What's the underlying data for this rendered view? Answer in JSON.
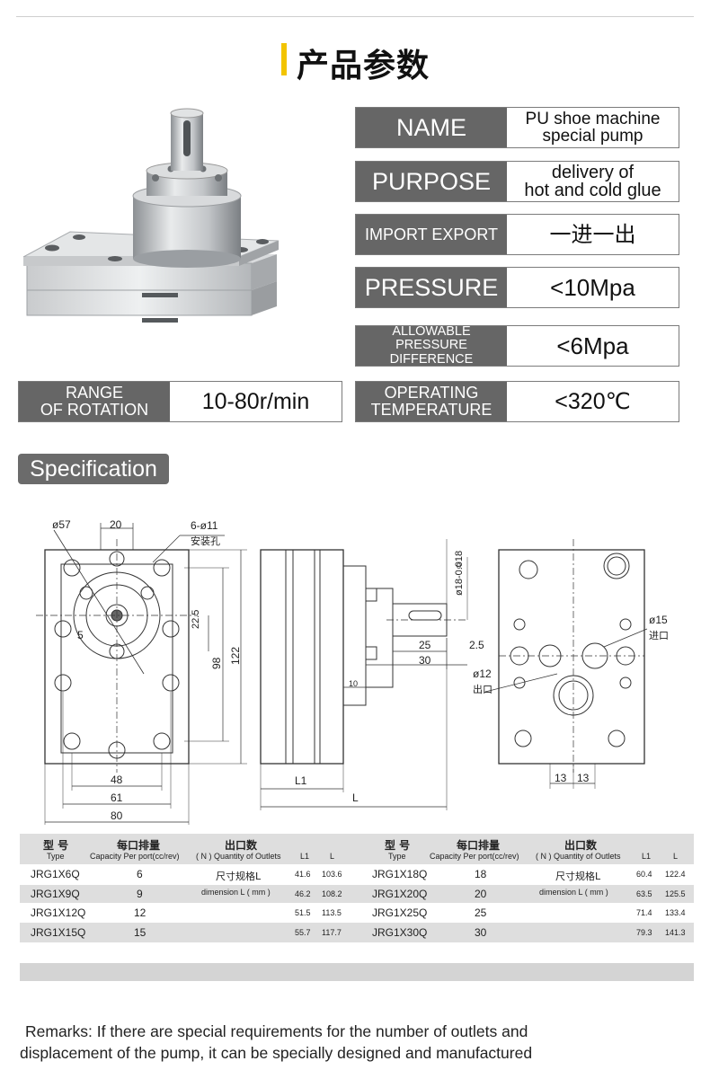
{
  "title": "产品参数",
  "params": {
    "name": {
      "label": "NAME",
      "value_line1": "PU shoe machine",
      "value_line2": "special pump"
    },
    "purpose": {
      "label": "PURPOSE",
      "value_line1": "delivery of",
      "value_line2": "hot and cold glue"
    },
    "import_export": {
      "label": "IMPORT EXPORT",
      "value": "一进一出"
    },
    "pressure": {
      "label": "PRESSURE",
      "value": "<10Mpa"
    },
    "allowable": {
      "label_line1": "ALLOWABLE PRESSURE",
      "label_line2": "DIFFERENCE",
      "value": "<6Mpa"
    },
    "rotation": {
      "label_line1": "RANGE",
      "label_line2": "OF ROTATION",
      "value": "10-80r/min"
    },
    "temperature": {
      "label_line1": "OPERATING",
      "label_line2": "TEMPERATURE",
      "value": "<320℃"
    }
  },
  "specification_label": "Specification",
  "drawing": {
    "d57": "ø57",
    "w20": "20",
    "holes": "6-ø11",
    "holes_cn": "安装孔",
    "d22_5": "22.5",
    "h98": "98",
    "h122": "122",
    "w48": "48",
    "w61": "61",
    "w80": "80",
    "shaft": "ø18-0.018",
    "shaft_top": "0",
    "l25": "25",
    "l2_5": "2.5",
    "l30": "30",
    "l10": "10",
    "d12": "ø12",
    "outlet_cn": "出口",
    "d15": "ø15",
    "inlet_cn": "进口",
    "s13a": "13",
    "s13b": "13",
    "L1": "L1",
    "L": "L",
    "five": "5"
  },
  "table": {
    "header": {
      "type_cn": "型 号",
      "type_en": "Type",
      "cap_cn": "每口排量",
      "cap_en": "Capacity Per port(cc/rev)",
      "out_cn": "出口数",
      "out_en": "( N ) Quantity of Outlets",
      "l1": "L1",
      "l": "L"
    },
    "left_rows": [
      {
        "type": "JRG1X6Q",
        "cap": "6",
        "note": "尺寸规格L",
        "l1": "41.6",
        "l": "103.6"
      },
      {
        "type": "JRG1X9Q",
        "cap": "9",
        "note": "dimension L ( mm )",
        "l1": "46.2",
        "l": "108.2"
      },
      {
        "type": "JRG1X12Q",
        "cap": "12",
        "note": "",
        "l1": "51.5",
        "l": "113.5"
      },
      {
        "type": "JRG1X15Q",
        "cap": "15",
        "note": "",
        "l1": "55.7",
        "l": "117.7"
      }
    ],
    "right_rows": [
      {
        "type": "JRG1X18Q",
        "cap": "18",
        "note": "尺寸规格L",
        "l1": "60.4",
        "l": "122.4"
      },
      {
        "type": "JRG1X20Q",
        "cap": "20",
        "note": "dimension L ( mm )",
        "l1": "63.5",
        "l": "125.5"
      },
      {
        "type": "JRG1X25Q",
        "cap": "25",
        "note": "",
        "l1": "71.4",
        "l": "133.4"
      },
      {
        "type": "JRG1X30Q",
        "cap": "30",
        "note": "",
        "l1": "79.3",
        "l": "141.3"
      }
    ]
  },
  "remarks_line1": "Remarks: If there are special requirements for the number of outlets and",
  "remarks_line2": "displacement of the pump, it can be specially designed and manufactured"
}
